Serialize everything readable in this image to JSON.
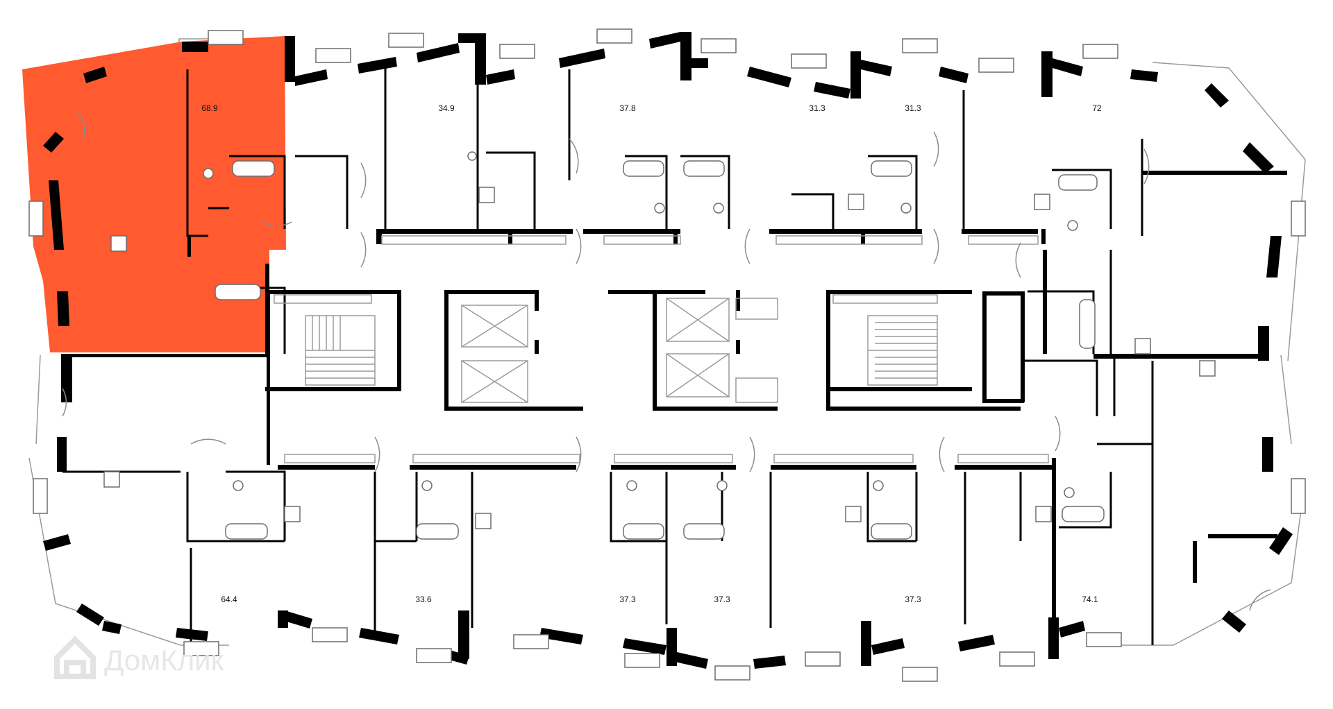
{
  "plan": {
    "selected_unit_color": "#ff5a30",
    "wall_color": "#000000",
    "units_top": [
      {
        "area": "68.9",
        "selected": true
      },
      {
        "area": "34.9"
      },
      {
        "area": "37.8"
      },
      {
        "area": "31.3"
      },
      {
        "area": "31.3"
      },
      {
        "area": "72"
      }
    ],
    "units_bottom": [
      {
        "area": "64.4"
      },
      {
        "area": "33.6"
      },
      {
        "area": "37.3"
      },
      {
        "area": "37.3"
      },
      {
        "area": "37.3"
      },
      {
        "area": "74.1"
      }
    ]
  },
  "watermark": {
    "text": "ДомКлик",
    "icon": "house-logo-icon"
  }
}
